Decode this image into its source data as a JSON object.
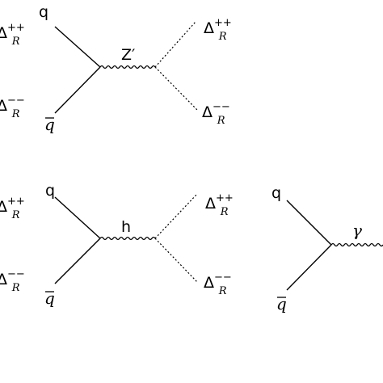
{
  "diagrams": [
    {
      "quark": "q",
      "antiquark": "q",
      "mediator": "Z′",
      "delta_symbol": "Δ",
      "delta_sub": "R",
      "plusplus": "++",
      "minusminus": "−−"
    },
    {
      "quark": "q",
      "antiquark": "q",
      "mediator": "h",
      "delta_symbol": "Δ",
      "delta_sub": "R",
      "plusplus": "++",
      "minusminus": "−−"
    },
    {
      "quark": "q",
      "antiquark": "q",
      "mediator": "γ"
    }
  ],
  "left_edge": {
    "delta_symbol": "Δ",
    "delta_sub": "R",
    "plusplus": "++",
    "minusminus": "−−"
  }
}
